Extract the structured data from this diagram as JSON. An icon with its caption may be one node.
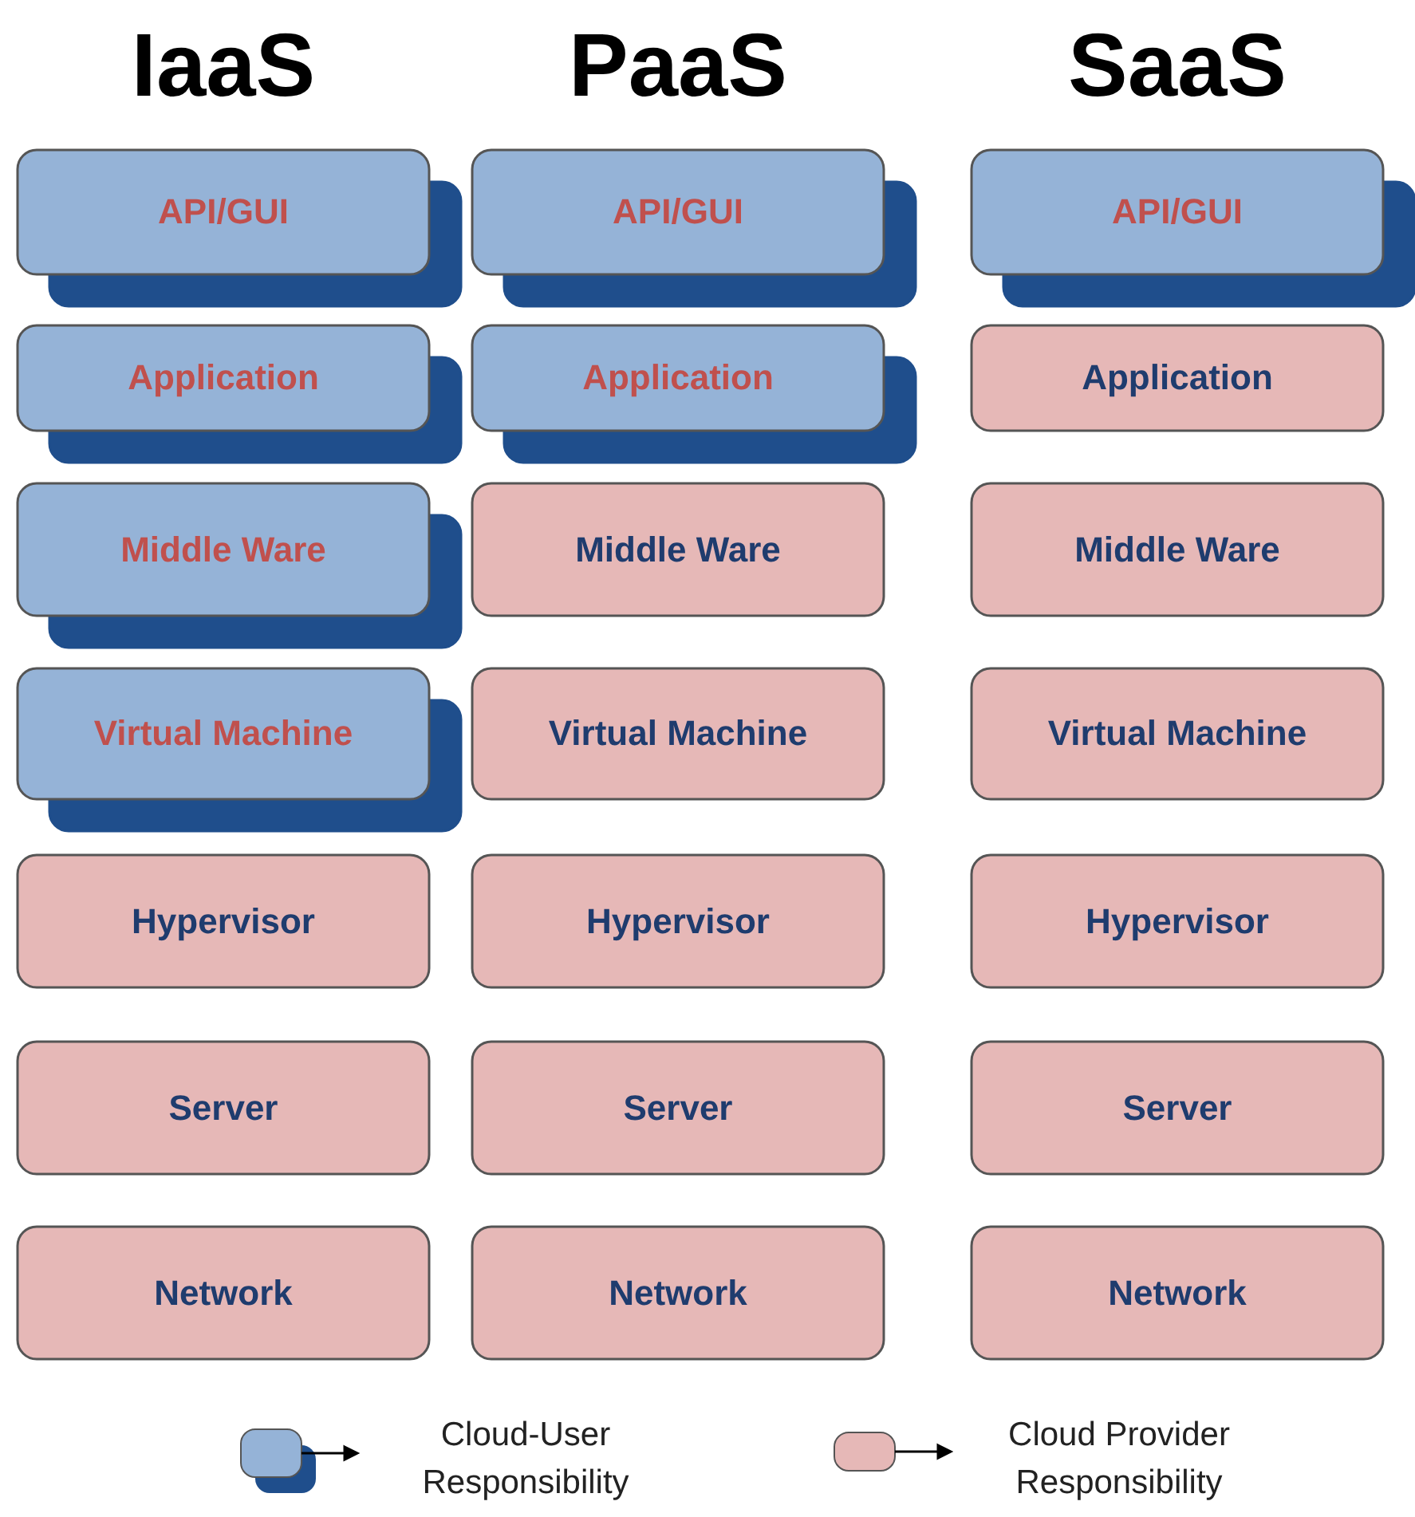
{
  "diagram": {
    "nodes": [
      {
        "text": [
          "API/GUI"
        ]
      },
      {
        "text": [
          "API/GUI"
        ]
      },
      {
        "text": [
          "API/GUI"
        ]
      },
      {
        "text": [
          "Application"
        ]
      },
      {
        "text": [
          "Application"
        ]
      },
      {
        "text": [
          "Application"
        ]
      },
      {
        "text": [
          "Middle Ware"
        ]
      },
      {
        "text": [
          "Middle Ware"
        ]
      },
      {
        "text": [
          "Middle Ware"
        ]
      },
      {
        "text": [
          "Virtual Machine"
        ]
      },
      {
        "text": [
          "Virtual Machine"
        ]
      },
      {
        "text": [
          "Virtual Machine"
        ]
      },
      {
        "text": [
          "Hypervisor"
        ]
      },
      {
        "text": [
          "Hypervisor"
        ]
      },
      {
        "text": [
          "Hypervisor"
        ]
      },
      {
        "text": [
          "Server"
        ]
      },
      {
        "text": [
          "Server"
        ]
      },
      {
        "text": [
          "Server"
        ]
      },
      {
        "text": [
          "Network"
        ]
      },
      {
        "text": [
          "Network"
        ]
      },
      {
        "text": [
          "Network"
        ]
      }
    ],
    "labels": [
      "IaaS",
      "PaaS",
      "SaaS"
    ],
    "legend": [
      {
        "text": "Cloud-User Responsibility",
        "color": "#95b3d7"
      },
      {
        "text": "Cloud Provider Responsibility",
        "color": "#e6b8b7"
      }
    ]
  }
}
